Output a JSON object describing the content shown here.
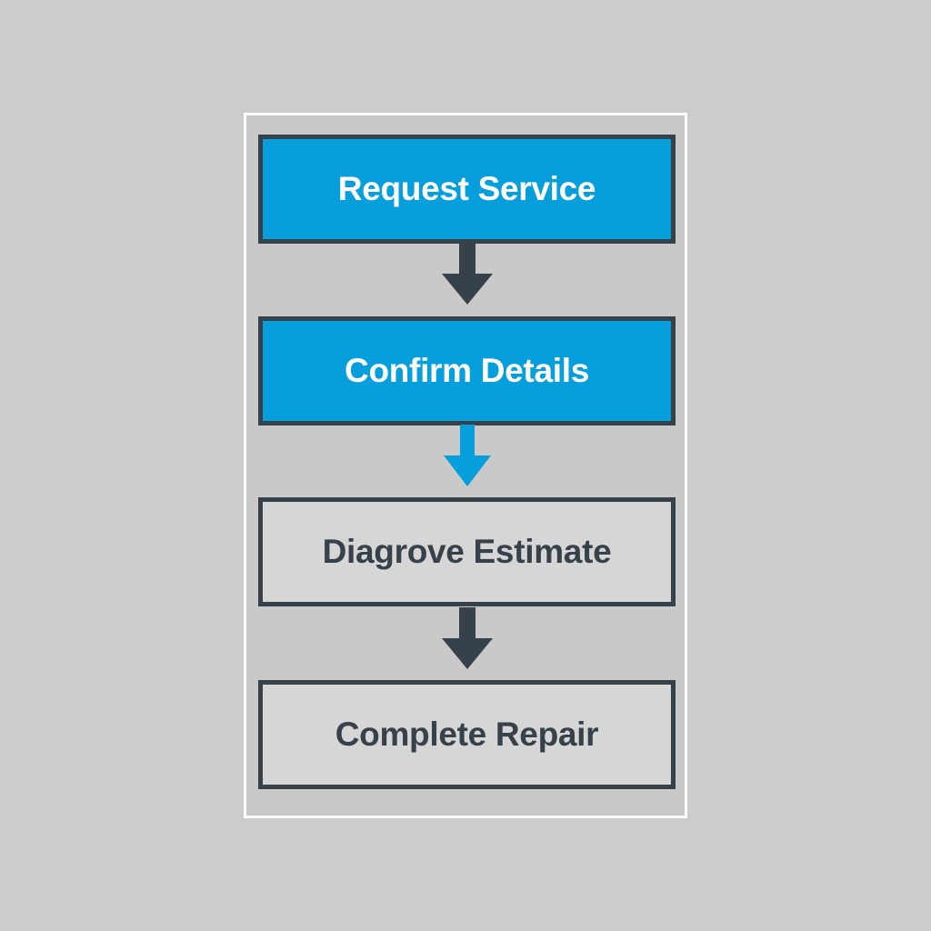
{
  "colors": {
    "background": "#cccccc",
    "frame_border": "#ffffff",
    "active_fill": "#069fdc",
    "inactive_fill": "#d6d6d6",
    "outline": "#37414a",
    "highlight_arrow": "#069fdc"
  },
  "flow": {
    "steps": [
      {
        "label": "Request Service",
        "state": "active"
      },
      {
        "label": "Confirm Details",
        "state": "active"
      },
      {
        "label": "Diagrove Estimate",
        "state": "inactive"
      },
      {
        "label": "Complete Repair",
        "state": "inactive"
      }
    ],
    "arrows": [
      {
        "color": "#37414a",
        "icon": "arrow-down-icon"
      },
      {
        "color": "#069fdc",
        "icon": "arrow-down-icon"
      },
      {
        "color": "#37414a",
        "icon": "arrow-down-icon"
      }
    ]
  }
}
